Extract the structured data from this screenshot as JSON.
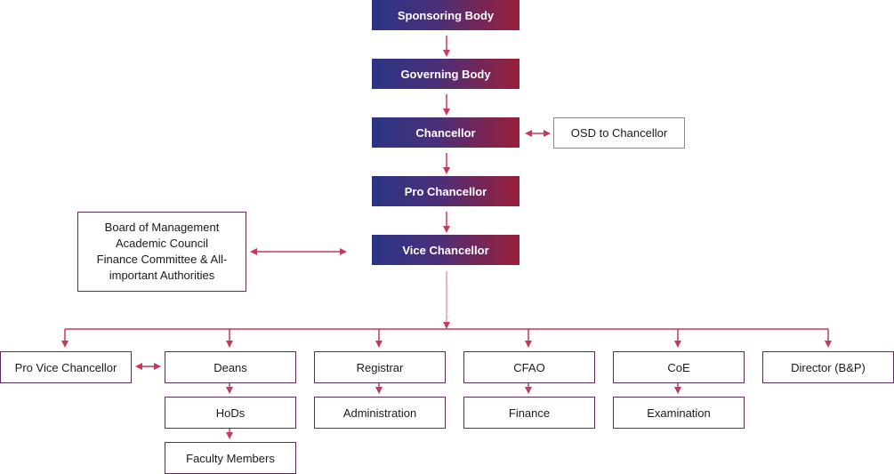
{
  "colors": {
    "connector": "#c8385a",
    "box_border": "#5e2a59",
    "grad_start": "#2a3585",
    "grad_end": "#9a1f38"
  },
  "top_chain": [
    "Sponsoring Body",
    "Governing Body",
    "Chancellor",
    "Pro Chancellor",
    "Vice Chancellor"
  ],
  "side": {
    "osd": "OSD to Chancellor",
    "authorities": [
      "Board of Management",
      "Academic Council",
      "Finance Committee & All-",
      "important Authorities"
    ]
  },
  "branches": {
    "pvc": "Pro Vice Chancellor",
    "deans": "Deans",
    "hods": "HoDs",
    "faculty": "Faculty Members",
    "registrar": "Registrar",
    "administration": "Administration",
    "cfao": "CFAO",
    "finance": "Finance",
    "coe": "CoE",
    "examination": "Examination",
    "director": "Director (B&P)"
  }
}
